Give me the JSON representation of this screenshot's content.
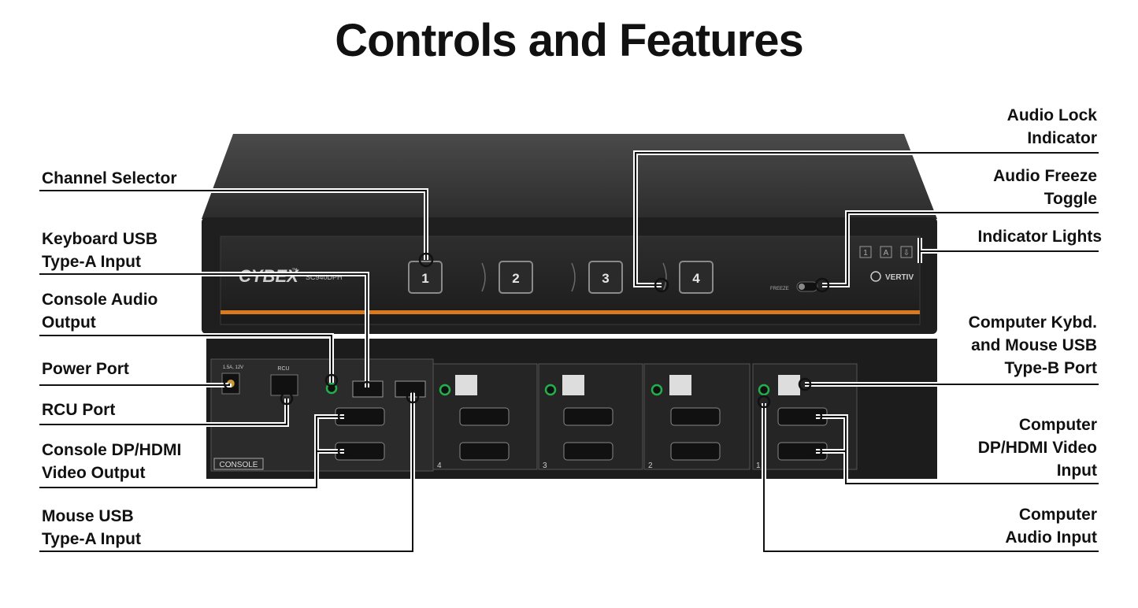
{
  "title": "Controls and Features",
  "device": {
    "brand_logo": "CYBEX",
    "trademark": "™",
    "model": "SC940DPH",
    "vendor": "VERTIV",
    "freeze_label": "FREEZE",
    "console_label": "CONSOLE",
    "power_spec": "1.5A, 12V",
    "rcu_label": "RCU",
    "channels": [
      "1",
      "2",
      "3",
      "4"
    ],
    "indicators": [
      "1",
      "A",
      "⇩"
    ],
    "rear_bay_numbers": [
      "4",
      "3",
      "2",
      "1"
    ]
  },
  "labels_left": {
    "channel_selector": "Channel Selector",
    "keyboard_usb_1": "Keyboard USB",
    "keyboard_usb_2": "Type-A Input",
    "console_audio_1": "Console Audio",
    "console_audio_2": "Output",
    "power_port": "Power Port",
    "rcu_port": "RCU Port",
    "console_video_1": "Console DP/HDMI",
    "console_video_2": "Video Output",
    "mouse_usb_1": "Mouse USB",
    "mouse_usb_2": "Type-A Input"
  },
  "labels_right": {
    "audio_lock_1": "Audio Lock",
    "audio_lock_2": "Indicator",
    "audio_freeze_1": "Audio Freeze",
    "audio_freeze_2": "Toggle",
    "indicator_lights": "Indicator Lights",
    "computer_usb_1": "Computer Kybd.",
    "computer_usb_2": "and Mouse USB",
    "computer_usb_3": "Type-B  Port",
    "computer_video_1": "Computer",
    "computer_video_2": "DP/HDMI Video",
    "computer_video_3": "Input",
    "computer_audio_1": "Computer",
    "computer_audio_2": "Audio Input"
  },
  "colors": {
    "chassis": "#262626",
    "chassis_top": "#3a3a3a",
    "accent_orange": "#d97a1e",
    "led_green": "#22b04b",
    "callout": "#111111"
  }
}
